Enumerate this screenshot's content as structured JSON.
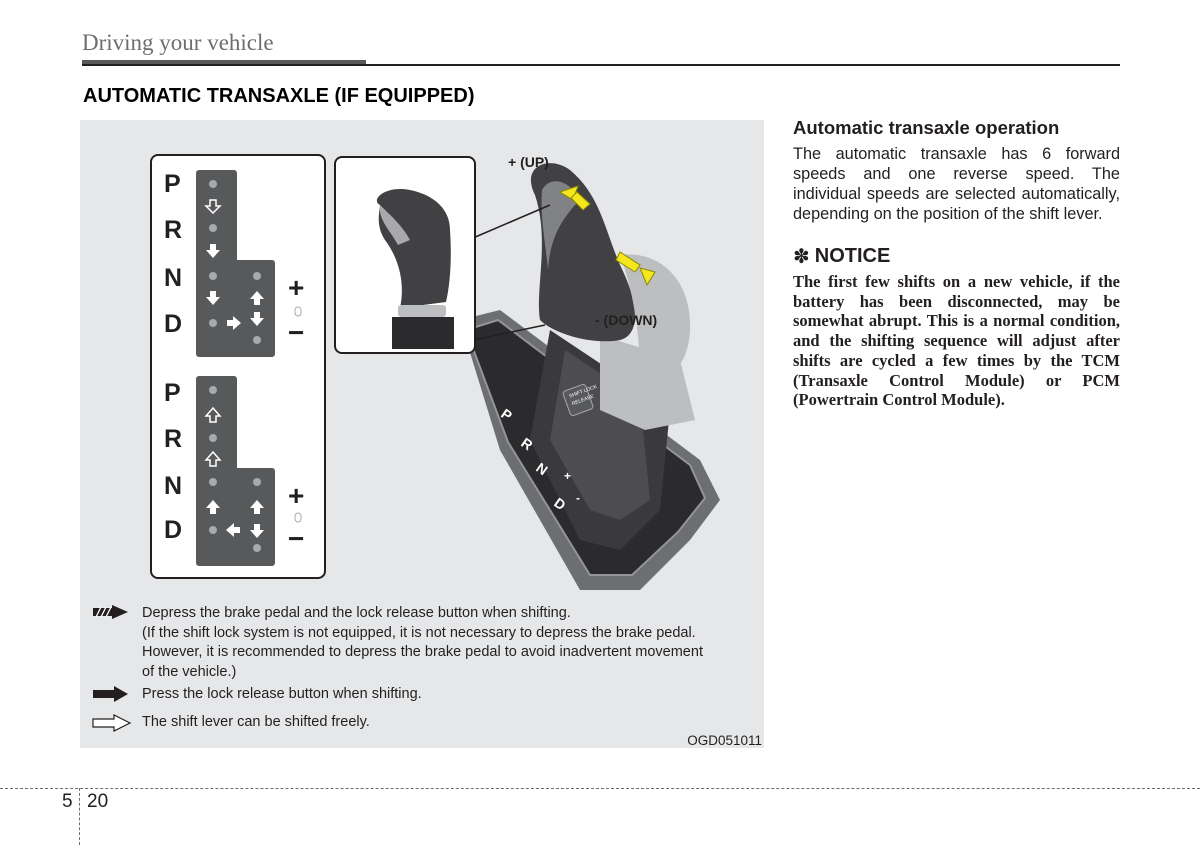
{
  "header": {
    "chapter_title": "Driving your vehicle"
  },
  "section": {
    "title": "AUTOMATIC TRANSAXLE (IF EQUIPPED)"
  },
  "figure": {
    "pattern_top": {
      "gears": [
        "P",
        "R",
        "N",
        "D"
      ],
      "plus": "+",
      "minus": "−"
    },
    "pattern_bottom": {
      "gears": [
        "P",
        "R",
        "N",
        "D"
      ],
      "plus": "+",
      "minus": "−"
    },
    "lever_labels": {
      "up": "+ (UP)",
      "down": "- (DOWN)"
    },
    "console_labels": {
      "shift_lock": "SHIFT LOCK",
      "release": "RELEASE",
      "gears": [
        "P",
        "R",
        "N",
        "D"
      ],
      "plus": "+",
      "minus": "-"
    },
    "legend": [
      {
        "icon": "hatched-arrow-icon",
        "lines": [
          "Depress the brake pedal and the lock release button when shifting.",
          "(If the shift lock system is not equipped, it is not necessary to depress the brake pedal.",
          "However, it is recommended to depress the brake pedal to avoid inadvertent movement",
          "of the vehicle.)"
        ]
      },
      {
        "icon": "solid-arrow-icon",
        "lines": [
          "Press the lock release button when shifting."
        ]
      },
      {
        "icon": "outline-arrow-icon",
        "lines": [
          "The shift lever can be shifted freely."
        ]
      }
    ],
    "code": "OGD051011"
  },
  "right_column": {
    "heading": "Automatic transaxle operation",
    "body": "The automatic transaxle has 6 forward speeds and one reverse speed. The individual speeds are selected automatically, depending on the position of the shift lever.",
    "notice_symbol": "✽",
    "notice_heading": "NOTICE",
    "notice_body": "The first few shifts on a new vehicle, if the battery has been disconnected, may be somewhat abrupt. This is a normal condition, and the shifting sequence will adjust after shifts are cycled a few times by the TCM (Transaxle Control Module) or PCM (Powertrain Control Module)."
  },
  "footer": {
    "chapter": "5",
    "page": "20"
  },
  "colors": {
    "accent_yellow": "#f5e61e",
    "plate_dark": "#58595b",
    "figure_bg": "#e6e7e8"
  }
}
